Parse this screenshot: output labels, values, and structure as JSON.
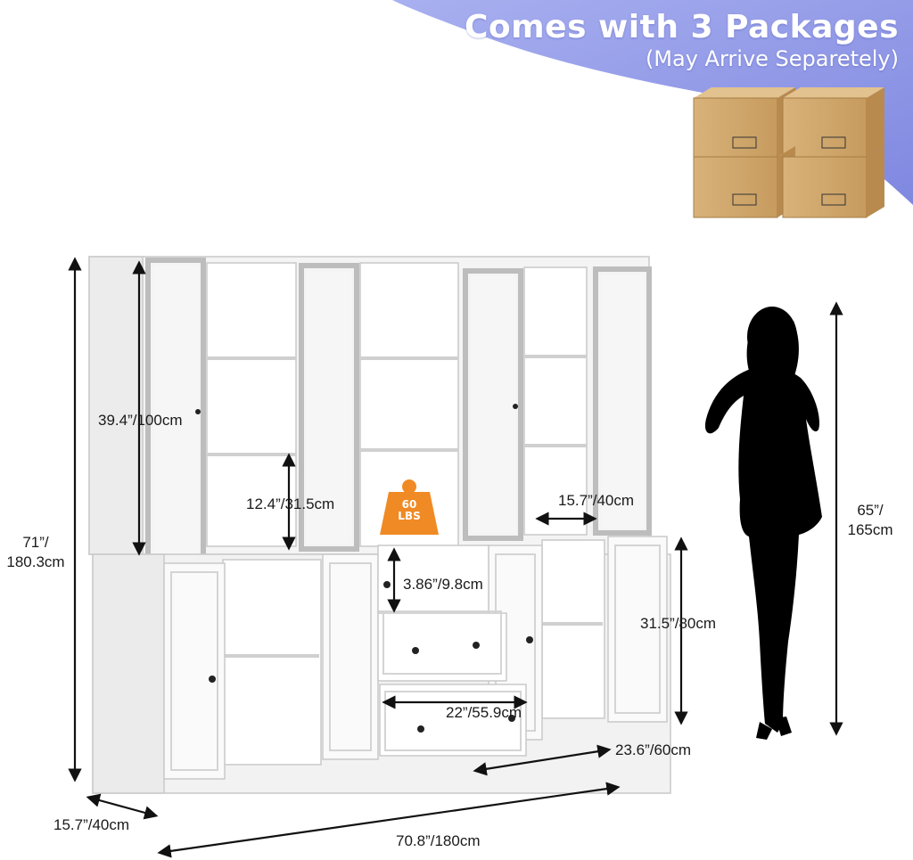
{
  "banner": {
    "title": "Comes with 3 Packages",
    "subtitle": "(May Arrive Separetely)",
    "color": "#8f98e8"
  },
  "weight_badge": {
    "value": "60",
    "unit": "LBS",
    "color": "#f08a24"
  },
  "dimensions": {
    "upper_height": "39.4”/100cm",
    "shelf_gap": "12.4”/31.5cm",
    "upper_depth": "15.7”/40cm",
    "drawer_height": "3.86”/9.8cm",
    "lower_height": "31.5”/80cm",
    "drawer_width": "22”/55.9cm",
    "lower_width": "23.6”/60cm",
    "total_height_line1": "71”/",
    "total_height_line2": "180.3cm",
    "depth": "15.7”/40cm",
    "total_width": "70.8”/180cm",
    "person_height_line1": "65”/",
    "person_height_line2": "165cm"
  }
}
